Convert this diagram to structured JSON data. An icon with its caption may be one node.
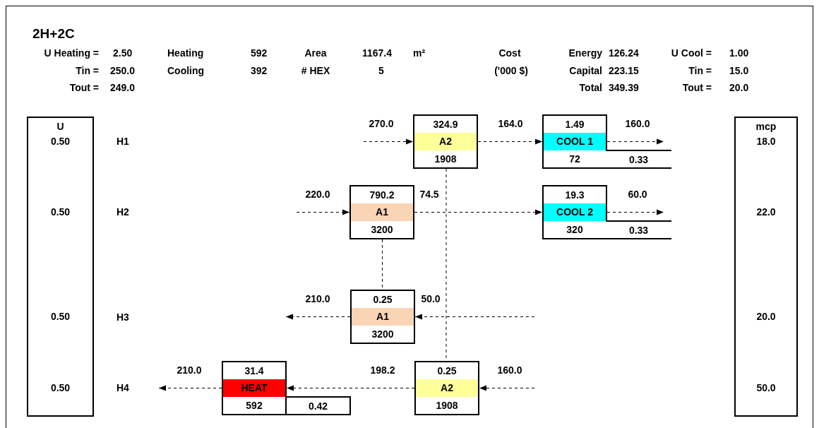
{
  "diagram": {
    "nodes": [
      {
        "text": [
          "U",
          "0.50",
          "0.50",
          "0.50",
          "0.50"
        ]
      },
      {
        "text": [
          "324.9",
          "A2",
          "1908"
        ]
      },
      {
        "text": [
          "1.49",
          "COOL 1",
          "72"
        ],
        "beside": [
          "0.33"
        ]
      },
      {
        "text": [
          "790.2",
          "A1",
          "3200"
        ]
      },
      {
        "text": [
          "19.3",
          "COOL 2",
          "320"
        ],
        "beside": [
          "0.33"
        ]
      },
      {
        "text": [
          "0.25",
          "A1",
          "3200"
        ]
      },
      {
        "text": [
          "31.4",
          "HEAT",
          "592"
        ],
        "beside": [
          "0.42"
        ]
      },
      {
        "text": [
          "0.25",
          "A2",
          "1908"
        ]
      },
      {
        "text": [
          "mcp",
          "18.0",
          "22.0",
          "20.0",
          "50.0"
        ]
      }
    ],
    "edges": [
      {
        "from": null,
        "to": 1,
        "arrow": "to"
      },
      {
        "from": 1,
        "to": 2,
        "arrow": "to"
      },
      {
        "from": 2,
        "to": null,
        "arrow": "to"
      },
      {
        "from": null,
        "to": 3,
        "arrow": "to"
      },
      {
        "from": 3,
        "to": 4,
        "arrow": "to"
      },
      {
        "from": 4,
        "to": null,
        "arrow": "to"
      },
      {
        "from": null,
        "to": 5,
        "arrow": "to"
      },
      {
        "from": 5,
        "to": null,
        "arrow": "to"
      },
      {
        "from": null,
        "to": 7,
        "arrow": "to"
      },
      {
        "from": 7,
        "to": 6,
        "arrow": "to"
      },
      {
        "from": 6,
        "to": null,
        "arrow": "to"
      },
      {
        "from": 3,
        "to": 5,
        "arrow": "none"
      },
      {
        "from": 1,
        "to": 7,
        "arrow": "none"
      }
    ],
    "labels": [
      "2H+2C",
      "U Heating =",
      "2.50",
      "Heating",
      "592",
      "Area",
      "1167.4",
      "m²",
      "Cost",
      "Energy",
      "126.24",
      "U Cool =",
      "1.00",
      "Tin =",
      "250.0",
      "Cooling",
      "392",
      "# HEX",
      "5",
      "('000 $)",
      "Capital",
      "223.15",
      "Tin =",
      "15.0",
      "Tout =",
      "249.0",
      "Total",
      "349.39",
      "Tout =",
      "20.0",
      "H1",
      "270.0",
      "164.0",
      "160.0",
      "H2",
      "220.0",
      "74.5",
      "60.0",
      "H3",
      "210.0",
      "50.0",
      "H4",
      "210.0",
      "198.2",
      "160.0"
    ]
  }
}
